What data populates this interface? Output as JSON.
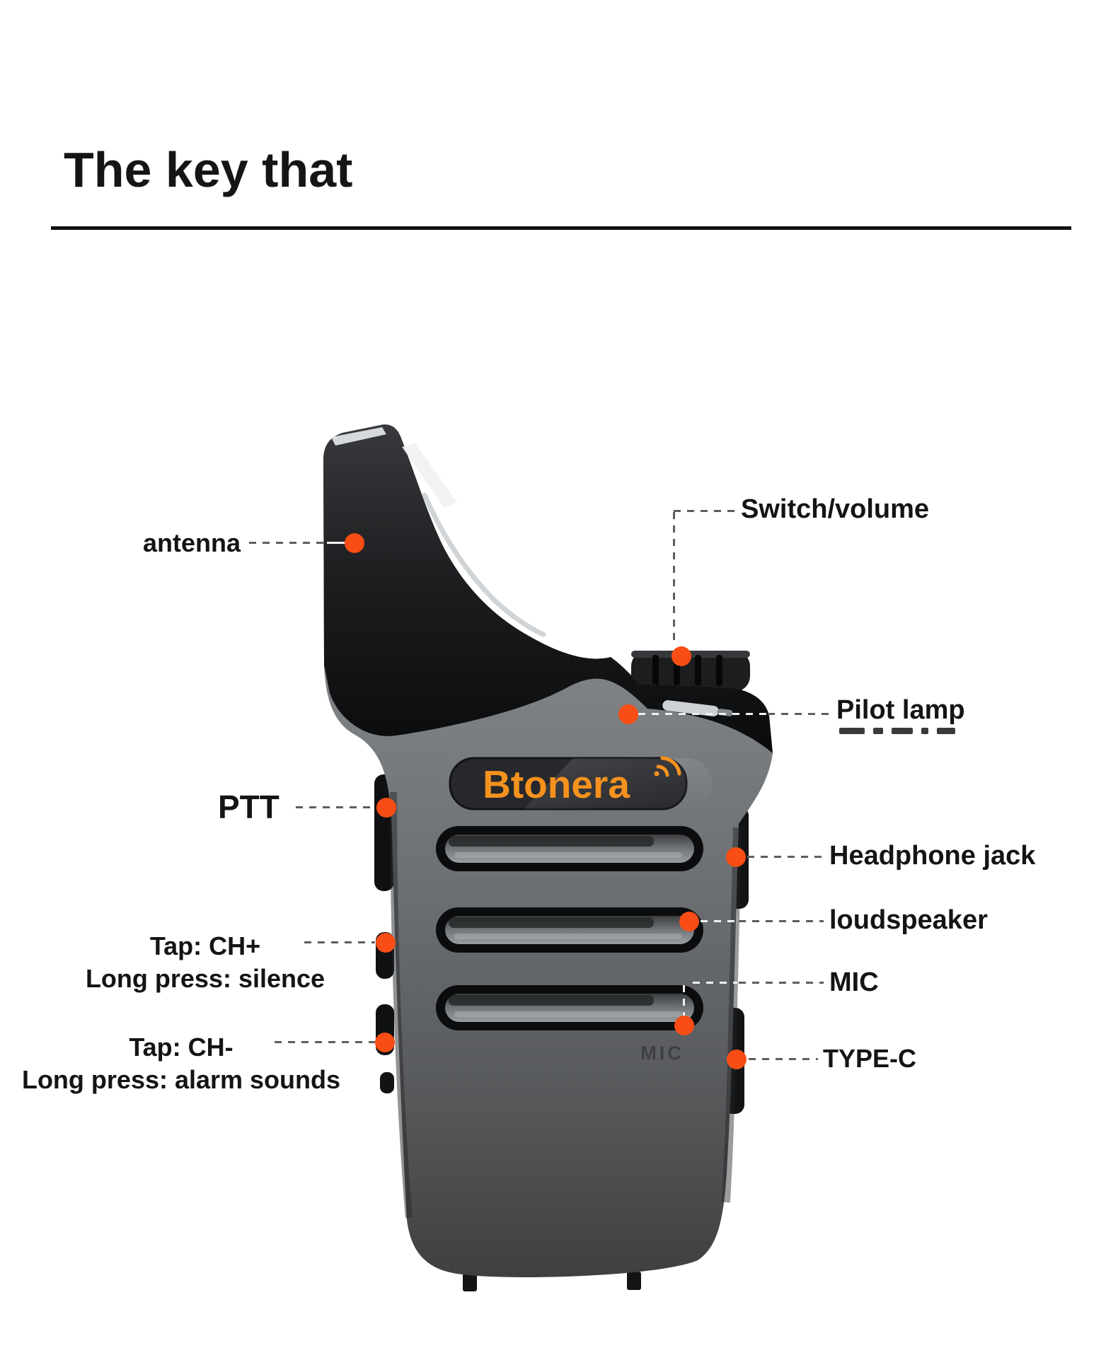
{
  "page": {
    "title": "The key that"
  },
  "device": {
    "brand": "Btonera",
    "mic_engraving": "MIC"
  },
  "callouts": {
    "antenna": "antenna",
    "switch_volume": "Switch/volume",
    "pilot_lamp": "Pilot lamp",
    "ptt": "PTT",
    "ch_up": {
      "line1": "Tap: CH+",
      "line2": "Long press: silence"
    },
    "ch_down": {
      "line1": "Tap: CH-",
      "line2": "Long press: alarm sounds"
    },
    "headphone_jack": "Headphone jack",
    "loudspeaker": "loudspeaker",
    "mic": "MIC",
    "type_c": "TYPE-C"
  },
  "colors": {
    "accent_dot": "#f84d15",
    "logo_orange": "#f5921e",
    "leader_line": "#5e5e5e",
    "text": "#141414"
  }
}
